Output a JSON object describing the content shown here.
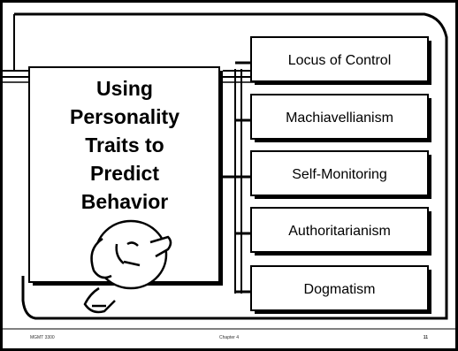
{
  "title_lines": [
    "Using",
    "Personality",
    "Traits to",
    "Predict",
    "Behavior"
  ],
  "traits": [
    {
      "label": "Locus of Control"
    },
    {
      "label": "Machiavellianism"
    },
    {
      "label": "Self-Monitoring"
    },
    {
      "label": "Authoritarianism"
    },
    {
      "label": "Dogmatism"
    }
  ],
  "footer": {
    "left": "MGMT 3300",
    "center": "Chapter 4",
    "right": "11"
  },
  "colors": {
    "ink": "#000000",
    "background": "#ffffff"
  },
  "mascot": {
    "icon": "pointing-cartoon-character"
  }
}
